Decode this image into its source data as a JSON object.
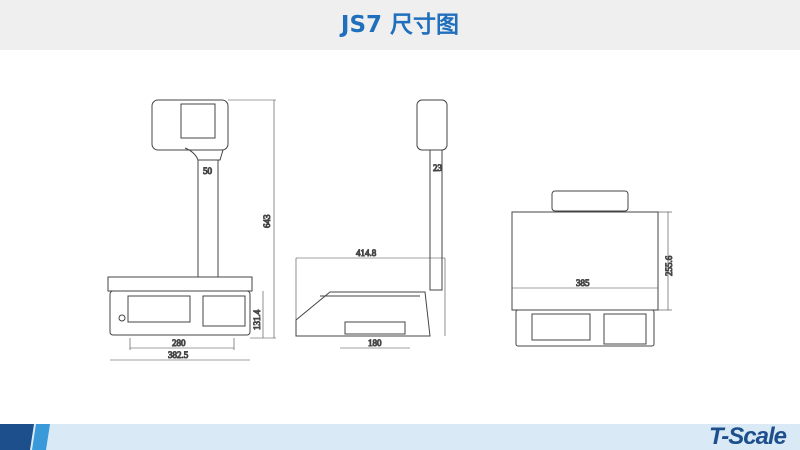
{
  "title": "JS7 尺寸图",
  "logo": "T-Scale",
  "front_view": {
    "column_width": "50",
    "total_height": "643",
    "base_height": "131.4",
    "feet_span": "280",
    "base_width": "382.5"
  },
  "side_view": {
    "column_depth": "23",
    "total_depth": "414.8",
    "feet_span": "180"
  },
  "top_view": {
    "depth": "255.6",
    "width": "385"
  }
}
